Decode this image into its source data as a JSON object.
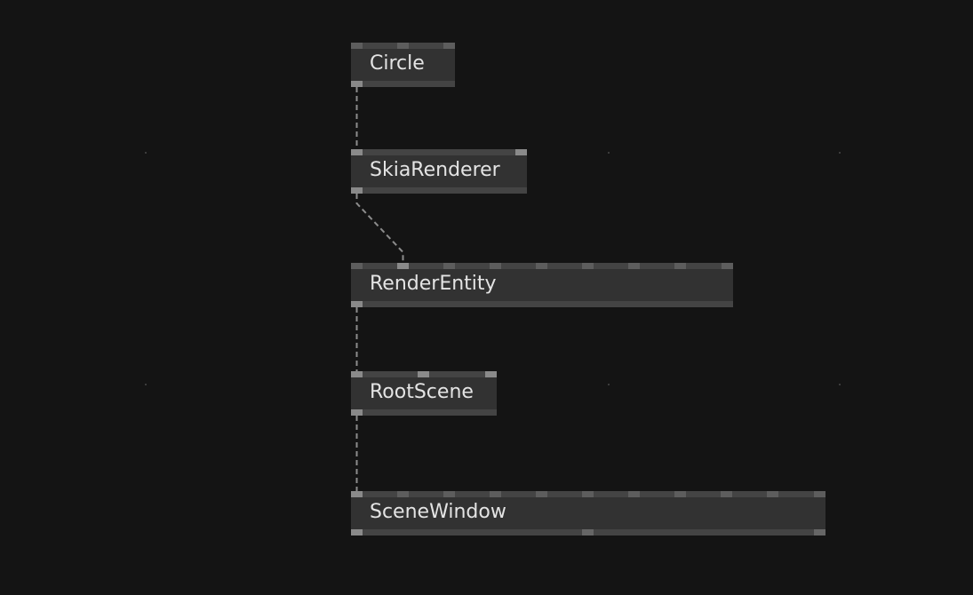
{
  "patch": {
    "nodes": [
      {
        "id": "circle",
        "label": "Circle",
        "inputs": 3,
        "outputs": 1
      },
      {
        "id": "skia-renderer",
        "label": "SkiaRenderer",
        "inputs": 2,
        "outputs": 1
      },
      {
        "id": "render-entity",
        "label": "RenderEntity",
        "inputs": 9,
        "outputs": 1
      },
      {
        "id": "root-scene",
        "label": "RootScene",
        "inputs": 3,
        "outputs": 1
      },
      {
        "id": "scene-window",
        "label": "SceneWindow",
        "inputs": 11,
        "outputs": 3
      }
    ],
    "links": [
      {
        "from": "circle",
        "to": "skia-renderer"
      },
      {
        "from": "skia-renderer",
        "to": "render-entity"
      },
      {
        "from": "render-entity",
        "to": "root-scene"
      },
      {
        "from": "root-scene",
        "to": "scene-window"
      }
    ],
    "colors": {
      "background": "#141414",
      "node_body": "#323232",
      "node_bar": "#444444",
      "pin": "#5d5d5d",
      "pin_highlight": "#8a8a8a",
      "link": "#8c8c8c",
      "label": "#e4e4e4"
    }
  }
}
